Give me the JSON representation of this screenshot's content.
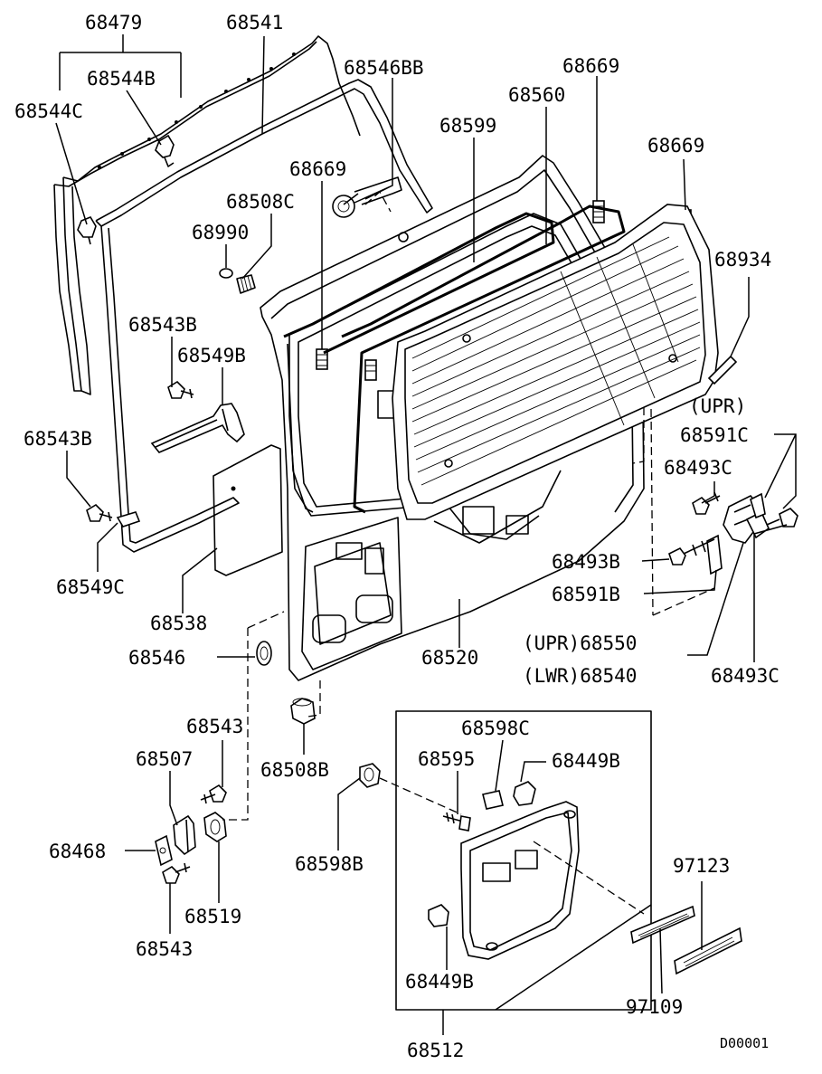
{
  "diagram": {
    "code": "D00001",
    "labels": {
      "p68479": "68479",
      "p68541": "68541",
      "p68546BB": "68546BB",
      "p68544B": "68544B",
      "p68544C": "68544C",
      "p68669a": "68669",
      "p68560": "68560",
      "p68599": "68599",
      "p68669b": "68669",
      "p68669c": "68669",
      "p68508C": "68508C",
      "p68990": "68990",
      "p68934": "68934",
      "p68543B_a": "68543B",
      "p68549B": "68549B",
      "p68543B_b": "68543B",
      "upr1": "(UPR)",
      "p68591C": "68591C",
      "p68493C_a": "68493C",
      "p68493B": "68493B",
      "p68591B": "68591B",
      "p68549C": "68549C",
      "p68538": "68538",
      "p68546": "68546",
      "p68520": "68520",
      "upr68550": "(UPR)68550",
      "lwr68540": "(LWR)68540",
      "p68493C_b": "68493C",
      "p68543a": "68543",
      "p68508B": "68508B",
      "p68598C": "68598C",
      "p68507": "68507",
      "p68595": "68595",
      "p68449B_a": "68449B",
      "p68468": "68468",
      "p68598B": "68598B",
      "p97123": "97123",
      "p68519": "68519",
      "p68543b": "68543",
      "p68449B_b": "68449B",
      "p97109": "97109",
      "p68512": "68512"
    }
  }
}
